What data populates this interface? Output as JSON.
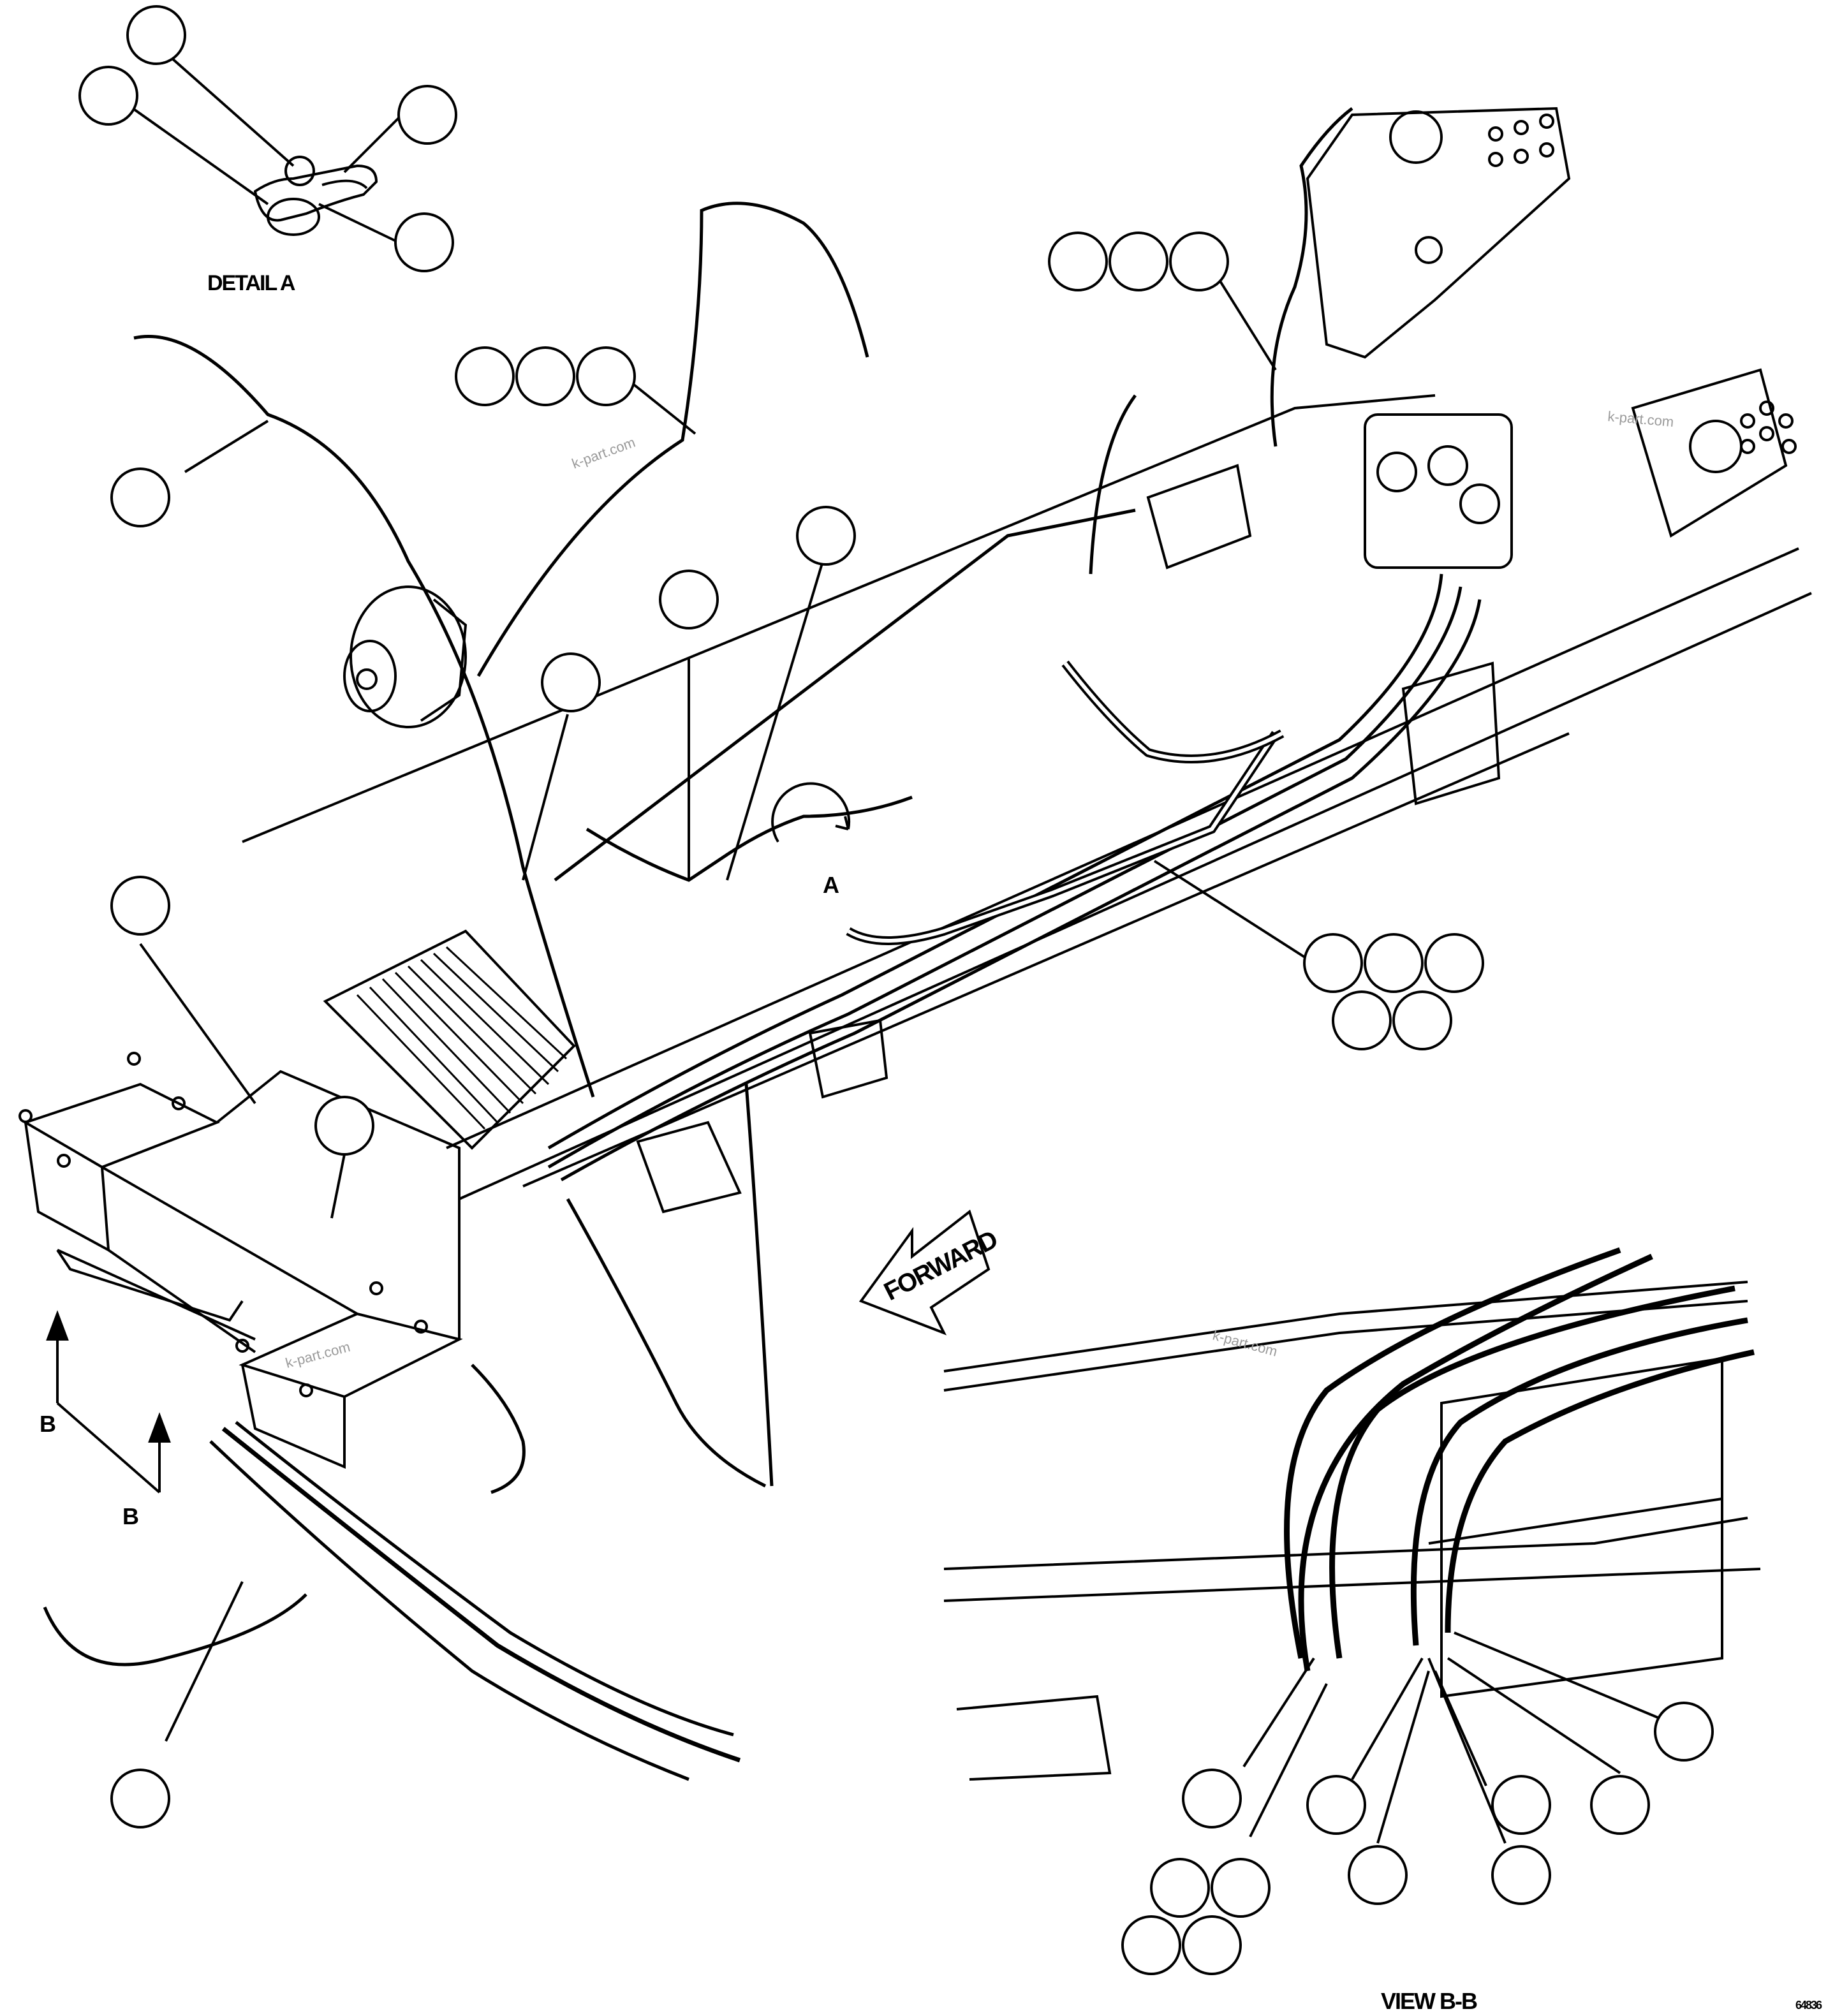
{
  "labels": {
    "detail_a": "DETAIL A",
    "view_bb": "VIEW B-B",
    "forward": "FORWARD",
    "marker_a": "A",
    "marker_b_left": "B",
    "marker_b_bottom": "B",
    "drawing_number": "64836"
  },
  "watermarks": [
    "k-part.com",
    "k-part.com",
    "k-part.com",
    "k-part.com"
  ],
  "callout_count": 37,
  "line_color": "#000000",
  "background": "#ffffff"
}
